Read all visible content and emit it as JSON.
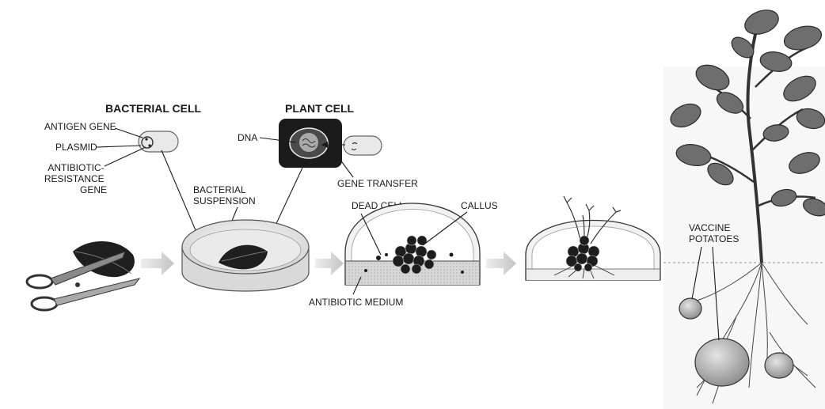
{
  "labels": {
    "bacterial_cell": "BACTERIAL CELL",
    "plant_cell": "PLANT CELL",
    "antigen_gene": "ANTIGEN GENE",
    "plasmid": "PLASMID",
    "antibiotic_resistance_gene": [
      "ANTIBIOTIC-",
      "RESISTANCE",
      "GENE"
    ],
    "dna": "DNA",
    "gene_transfer": "GENE TRANSFER",
    "bacterial_suspension": [
      "BACTERIAL",
      "SUSPENSION"
    ],
    "dead_cell": "DEAD CELL",
    "callus": "CALLUS",
    "antibiotic_medium": "ANTIBIOTIC MEDIUM",
    "vaccine_potatoes": [
      "VACCINE",
      "POTATOES"
    ]
  }
}
